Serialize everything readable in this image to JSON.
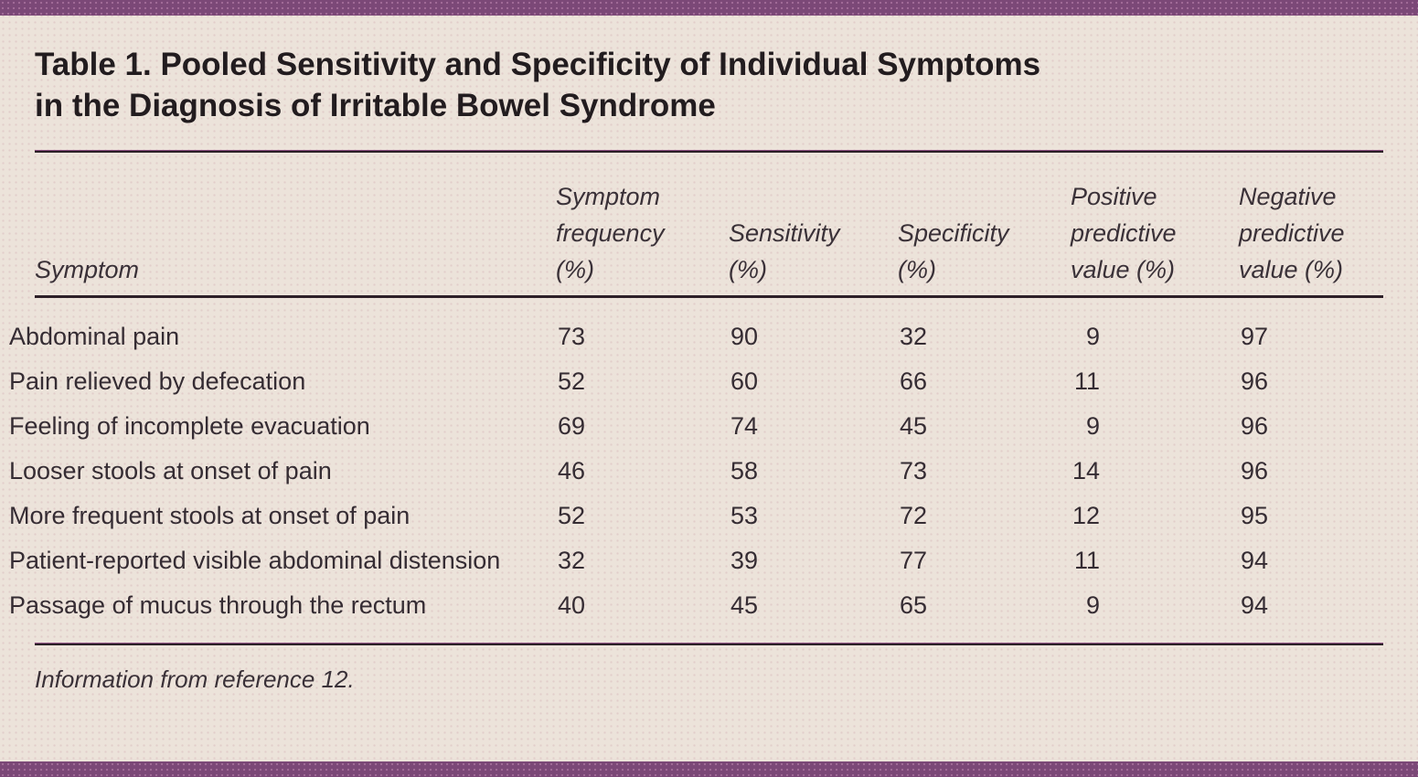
{
  "figure": {
    "title": "Table 1. Pooled Sensitivity and Specificity of Individual Symptoms\nin the Diagnosis of Irritable Bowel Syndrome",
    "footnote": "Information from reference 12.",
    "columns": [
      "Symptom",
      "Symptom\nfrequency\n(%)",
      "Sensitivity\n(%)",
      "Specificity\n(%)",
      "Positive\npredictive\nvalue (%)",
      "Negative\npredictive\nvalue (%)"
    ],
    "rows": [
      {
        "symptom": "Abdominal pain",
        "values": [
          73,
          90,
          32,
          9,
          97
        ]
      },
      {
        "symptom": "Pain relieved by defecation",
        "values": [
          52,
          60,
          66,
          11,
          96
        ]
      },
      {
        "symptom": "Feeling of incomplete evacuation",
        "values": [
          69,
          74,
          45,
          9,
          96
        ]
      },
      {
        "symptom": "Looser stools at onset of pain",
        "values": [
          46,
          58,
          73,
          14,
          96
        ]
      },
      {
        "symptom": "More frequent stools at onset of pain",
        "values": [
          52,
          53,
          72,
          12,
          95
        ]
      },
      {
        "symptom": "Patient-reported visible abdominal distension",
        "values": [
          32,
          39,
          77,
          11,
          94
        ]
      },
      {
        "symptom": "Passage of mucus through the rectum",
        "values": [
          40,
          45,
          65,
          9,
          94
        ]
      }
    ],
    "colors": {
      "accent_purple": "#7B4877",
      "background_beige": "#ECE3DA",
      "rule_dark": "#2A1F26",
      "rule_purple_edge": "#8A4D7F",
      "title_text": "#221C1F",
      "body_text": "#352C33"
    }
  }
}
